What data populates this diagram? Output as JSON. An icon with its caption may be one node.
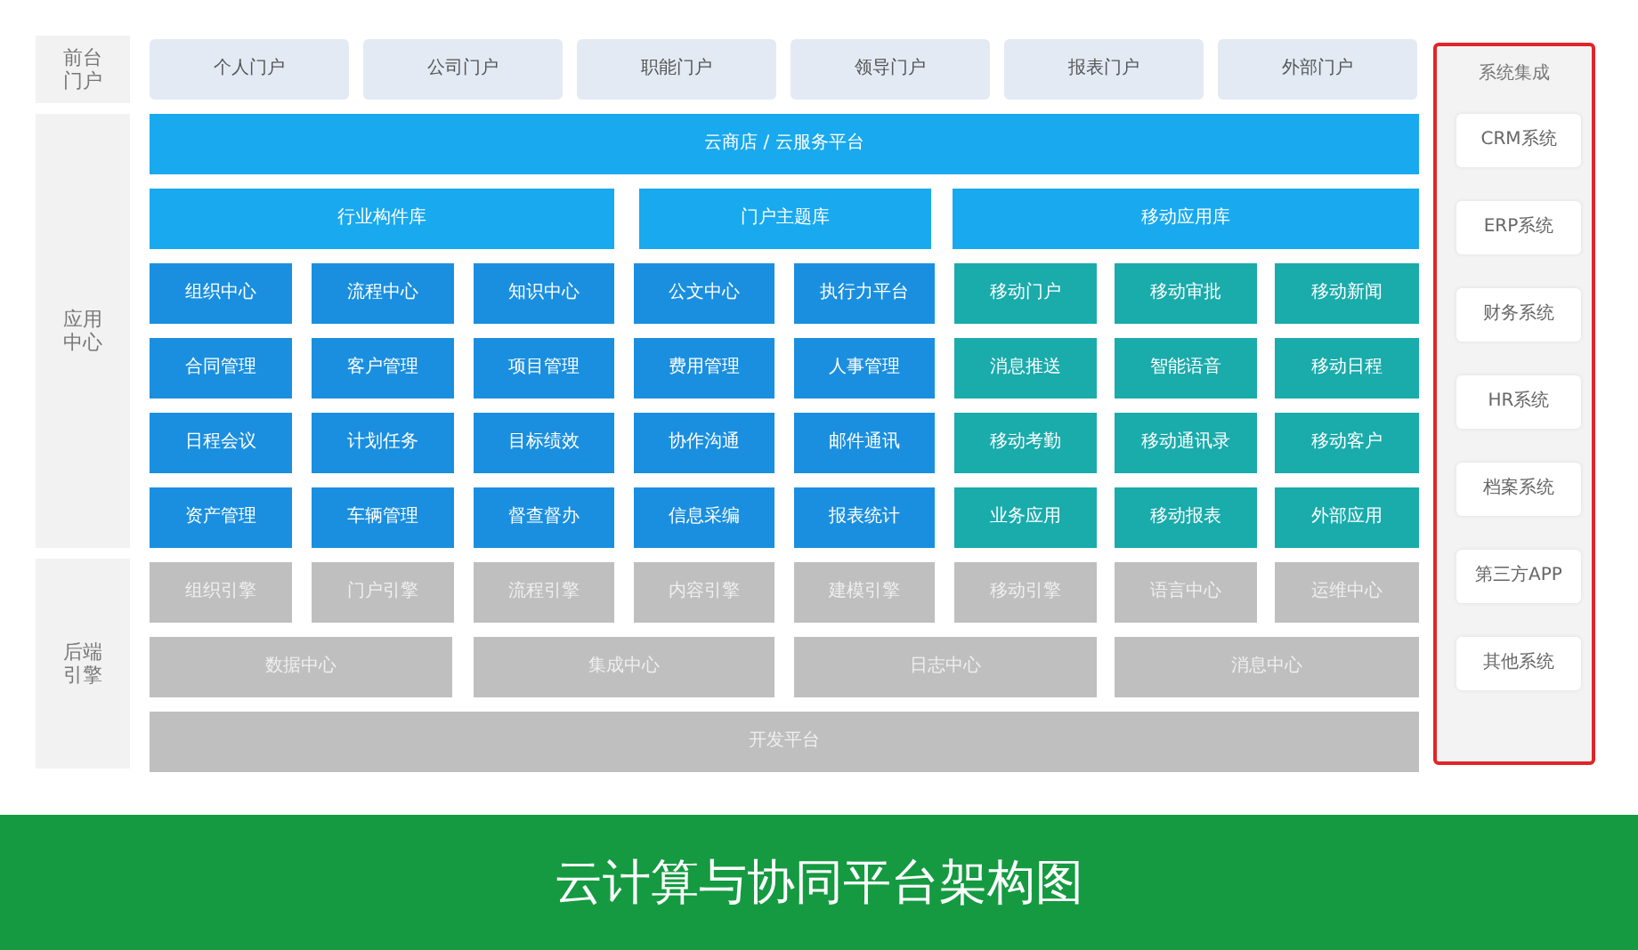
{
  "diagram": {
    "caption": "云计算与协同平台架构图",
    "nodes": [
      {
        "text": [
          "前台门户"
        ]
      },
      {
        "text": [
          "个人门户"
        ]
      },
      {
        "text": [
          "公司门户"
        ]
      },
      {
        "text": [
          "职能门户"
        ]
      },
      {
        "text": [
          "领导门户"
        ]
      },
      {
        "text": [
          "报表门户"
        ]
      },
      {
        "text": [
          "外部门户"
        ]
      },
      {
        "text": [
          "系统集成"
        ]
      },
      {
        "text": [
          "CRM系统"
        ],
        "in": 7
      },
      {
        "text": [
          "ERP系统"
        ],
        "in": 7
      },
      {
        "text": [
          "财务系统"
        ],
        "in": 7
      },
      {
        "text": [
          "HR系统"
        ],
        "in": 7
      },
      {
        "text": [
          "档案系统"
        ],
        "in": 7
      },
      {
        "text": [
          "第三方APP"
        ],
        "in": 7
      },
      {
        "text": [
          "其他系统"
        ],
        "in": 7
      },
      {
        "text": [
          "应用中心"
        ]
      },
      {
        "text": [
          "云商店 / 云服务平台"
        ]
      },
      {
        "text": [
          "行业构件库"
        ]
      },
      {
        "text": [
          "门户主题库"
        ]
      },
      {
        "text": [
          "移动应用库"
        ]
      },
      {
        "text": [
          "组织中心"
        ]
      },
      {
        "text": [
          "流程中心"
        ]
      },
      {
        "text": [
          "知识中心"
        ]
      },
      {
        "text": [
          "公文中心"
        ]
      },
      {
        "text": [
          "执行力平台"
        ]
      },
      {
        "text": [
          "移动门户"
        ]
      },
      {
        "text": [
          "移动审批"
        ]
      },
      {
        "text": [
          "移动新闻"
        ]
      },
      {
        "text": [
          "合同管理"
        ]
      },
      {
        "text": [
          "客户管理"
        ]
      },
      {
        "text": [
          "项目管理"
        ]
      },
      {
        "text": [
          "费用管理"
        ]
      },
      {
        "text": [
          "人事管理"
        ]
      },
      {
        "text": [
          "消息推送"
        ]
      },
      {
        "text": [
          "智能语音"
        ]
      },
      {
        "text": [
          "移动日程"
        ]
      },
      {
        "text": [
          "日程会议"
        ]
      },
      {
        "text": [
          "计划任务"
        ]
      },
      {
        "text": [
          "目标绩效"
        ]
      },
      {
        "text": [
          "协作沟通"
        ]
      },
      {
        "text": [
          "邮件通讯"
        ]
      },
      {
        "text": [
          "移动考勤"
        ]
      },
      {
        "text": [
          "移动通讯录"
        ]
      },
      {
        "text": [
          "移动客户"
        ]
      },
      {
        "text": [
          "资产管理"
        ]
      },
      {
        "text": [
          "车辆管理"
        ]
      },
      {
        "text": [
          "督查督办"
        ]
      },
      {
        "text": [
          "信息采编"
        ]
      },
      {
        "text": [
          "报表统计"
        ]
      },
      {
        "text": [
          "业务应用"
        ]
      },
      {
        "text": [
          "移动报表"
        ]
      },
      {
        "text": [
          "外部应用"
        ]
      },
      {
        "text": [
          "后端引擎"
        ]
      },
      {
        "text": [
          "组织引擎"
        ]
      },
      {
        "text": [
          "门户引擎"
        ]
      },
      {
        "text": [
          "流程引擎"
        ]
      },
      {
        "text": [
          "内容引擎"
        ]
      },
      {
        "text": [
          "建模引擎"
        ]
      },
      {
        "text": [
          "移动引擎"
        ]
      },
      {
        "text": [
          "语言中心"
        ]
      },
      {
        "text": [
          "运维中心"
        ]
      },
      {
        "text": [
          "数据中心"
        ]
      },
      {
        "text": [
          "集成中心"
        ]
      },
      {
        "text": [
          "日志中心"
        ]
      },
      {
        "text": [
          "消息中心"
        ]
      },
      {
        "text": [
          "开发平台"
        ]
      }
    ]
  }
}
